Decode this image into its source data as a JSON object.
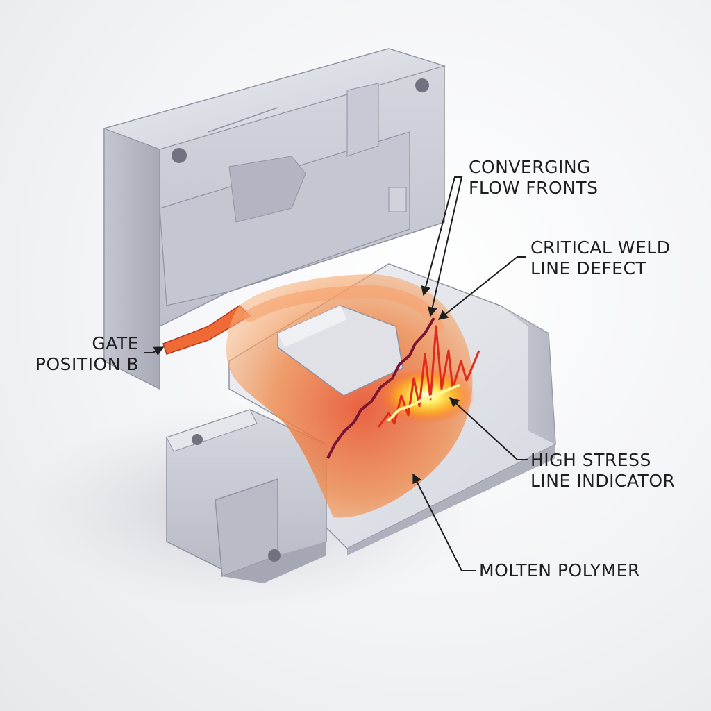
{
  "callouts": {
    "converging_flow_fronts": {
      "line1": "CONVERGING",
      "line2": "FLOW FRONTS"
    },
    "critical_weld_line_defect": {
      "line1": "CRITICAL WELD",
      "line2": "LINE DEFECT"
    },
    "gate_position_b": {
      "line1": "GATE",
      "line2": "POSITION B"
    },
    "high_stress_line_indicator": {
      "line1": "HIGH STRESS",
      "line2": "LINE INDICATOR"
    },
    "molten_polymer": {
      "line1": "MOLTEN POLYMER"
    }
  },
  "colors": {
    "mold_steel": "#d9dbe3",
    "mold_shadow": "#aeb1bc",
    "polymer_orange": "#f08a4b",
    "polymer_red": "#d9402a",
    "weld_line": "#7a1633",
    "stress_yellow": "#ffe84a",
    "label_text": "#1e1e1e"
  }
}
